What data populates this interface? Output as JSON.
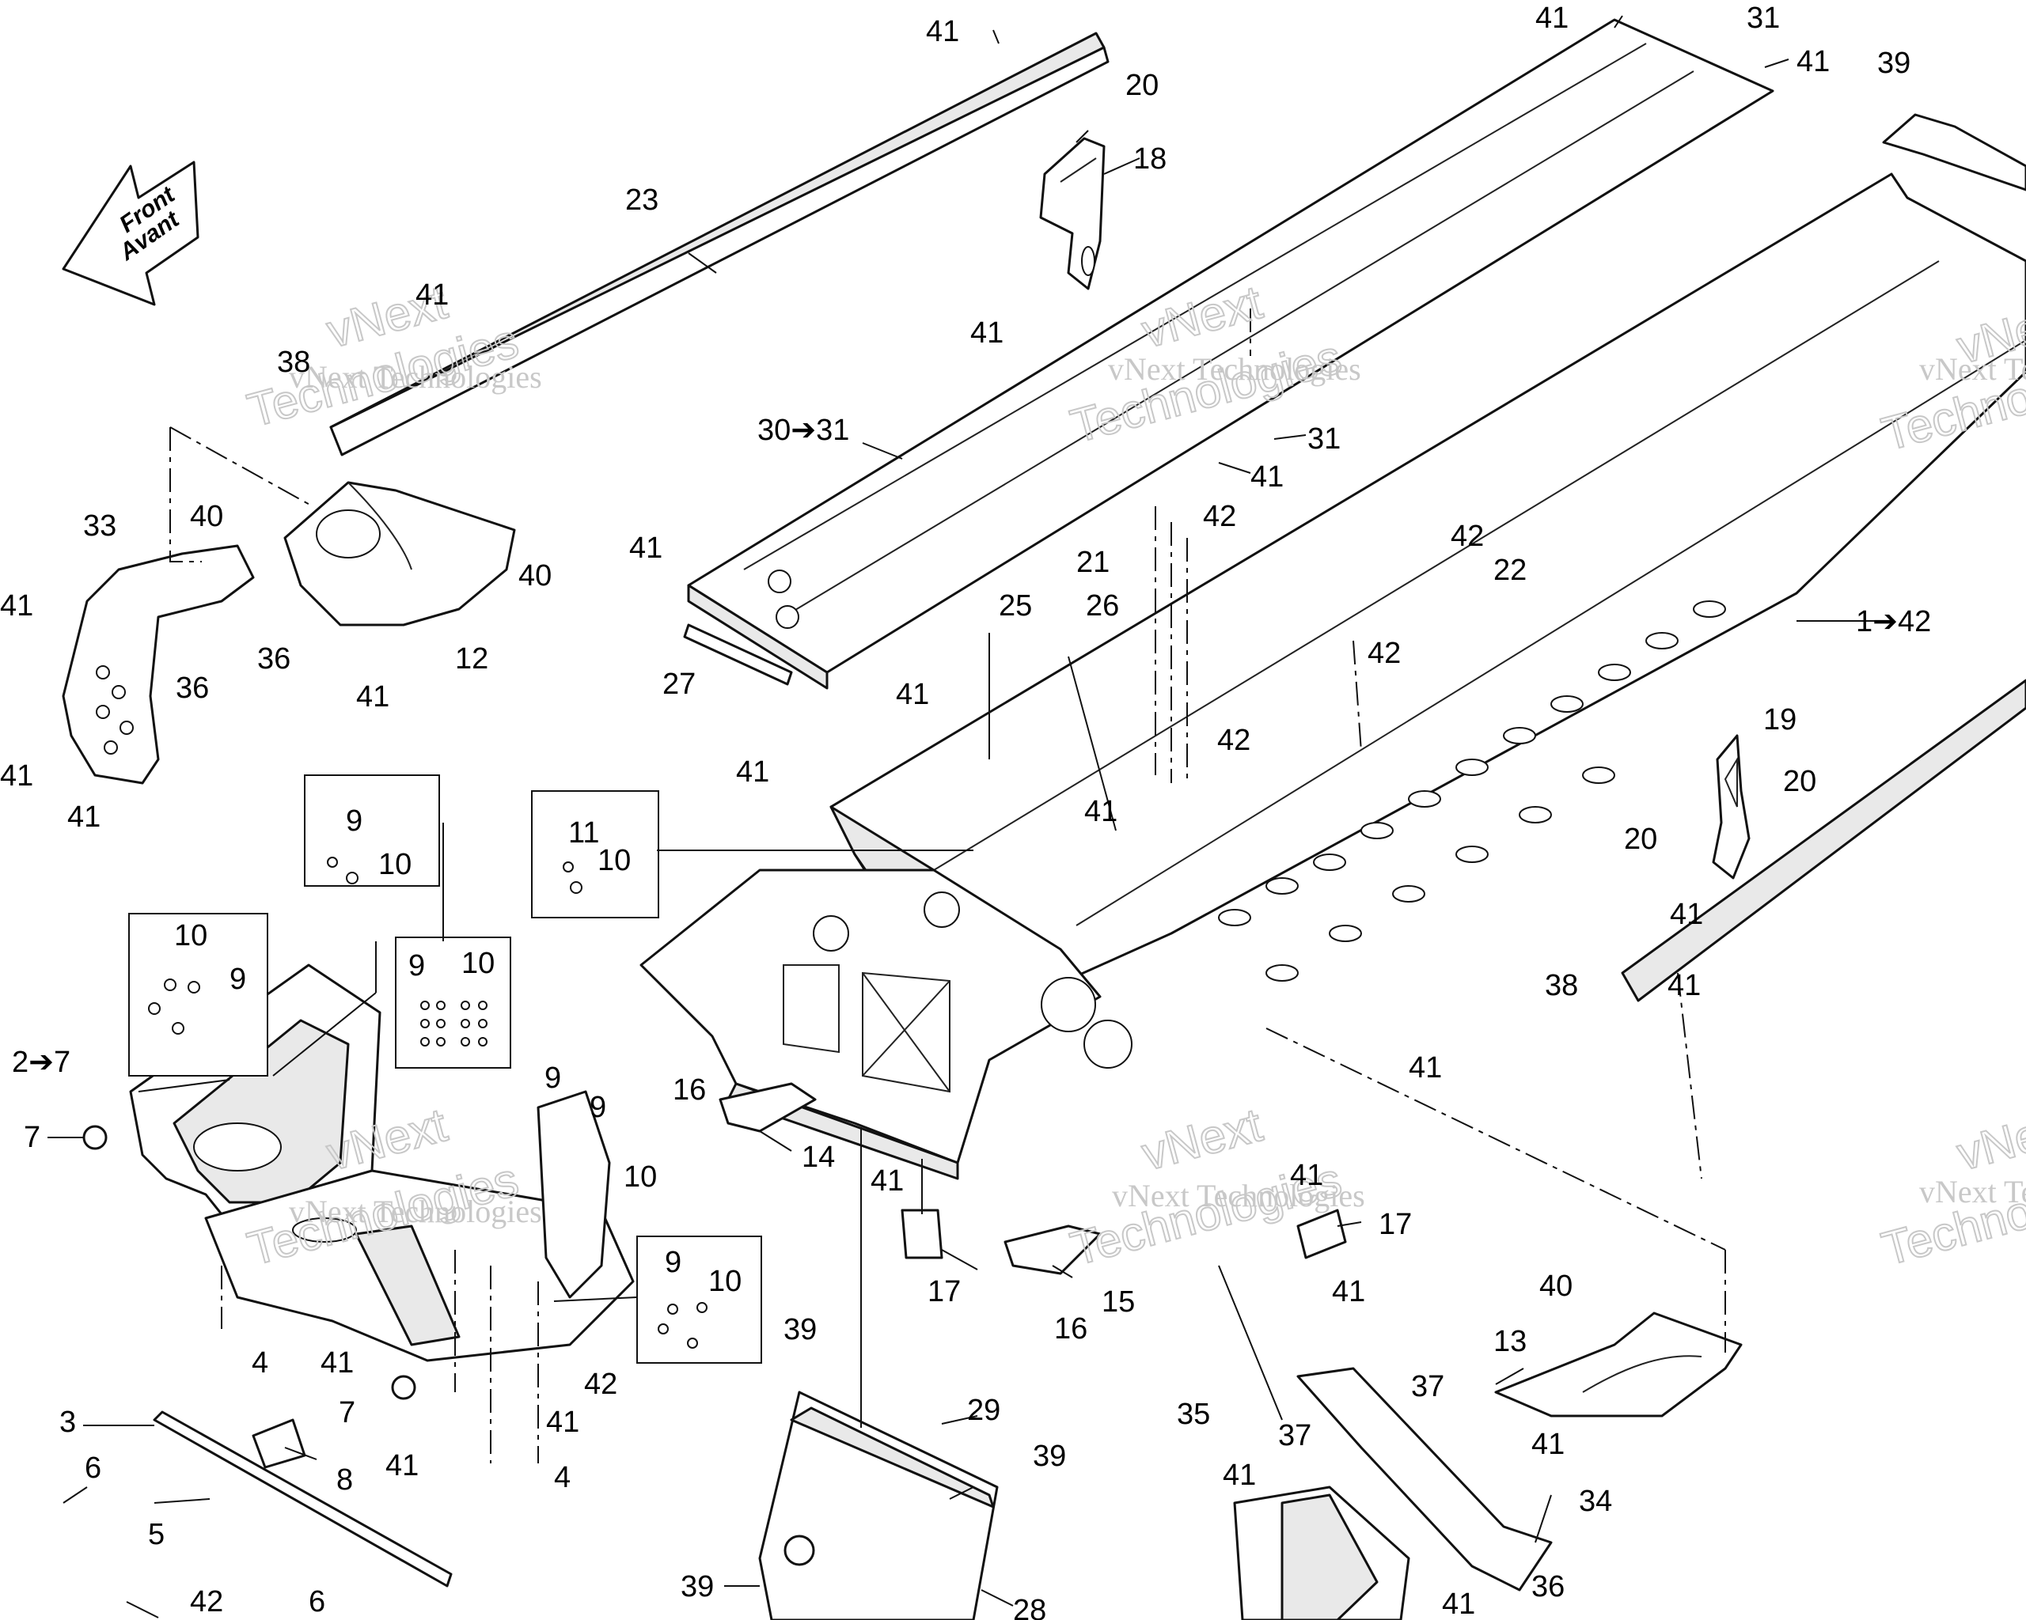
{
  "front_arrow": {
    "line1": "Front",
    "line2": "Avant"
  },
  "watermark": {
    "line1": "vNext",
    "line2": "vNext Technologies",
    "line3": "Technologies"
  },
  "callouts": [
    {
      "id": "c-41-a",
      "text": "41"
    },
    {
      "id": "c-23",
      "text": "23"
    },
    {
      "id": "c-20-a",
      "text": "20"
    },
    {
      "id": "c-18",
      "text": "18"
    },
    {
      "id": "c-41-b",
      "text": "41"
    },
    {
      "id": "c-31-a",
      "text": "31"
    },
    {
      "id": "c-41-c",
      "text": "41"
    },
    {
      "id": "c-39-a",
      "text": "39"
    },
    {
      "id": "c-41-d",
      "text": "41"
    },
    {
      "id": "c-38-a",
      "text": "38"
    },
    {
      "id": "c-41-e",
      "text": "41"
    },
    {
      "id": "c-30-31",
      "text": "30➔31"
    },
    {
      "id": "c-31-b",
      "text": "31"
    },
    {
      "id": "c-41-f",
      "text": "41"
    },
    {
      "id": "c-33",
      "text": "33"
    },
    {
      "id": "c-40-a",
      "text": "40"
    },
    {
      "id": "c-40-b",
      "text": "40"
    },
    {
      "id": "c-41-g",
      "text": "41"
    },
    {
      "id": "c-36-a",
      "text": "36"
    },
    {
      "id": "c-12",
      "text": "12"
    },
    {
      "id": "c-36-b",
      "text": "36"
    },
    {
      "id": "c-41-h",
      "text": "41"
    },
    {
      "id": "c-41-i",
      "text": "41"
    },
    {
      "id": "c-41-j",
      "text": "41"
    },
    {
      "id": "c-41-k",
      "text": "41"
    },
    {
      "id": "c-42-a",
      "text": "42"
    },
    {
      "id": "c-21",
      "text": "21"
    },
    {
      "id": "c-42-b",
      "text": "42"
    },
    {
      "id": "c-22",
      "text": "22"
    },
    {
      "id": "c-41-l",
      "text": "41"
    },
    {
      "id": "c-25",
      "text": "25"
    },
    {
      "id": "c-26",
      "text": "26"
    },
    {
      "id": "c-1-42",
      "text": "1➔42"
    },
    {
      "id": "c-42-c",
      "text": "42"
    },
    {
      "id": "c-27",
      "text": "27"
    },
    {
      "id": "c-41-m",
      "text": "41"
    },
    {
      "id": "c-42-d",
      "text": "42"
    },
    {
      "id": "c-41-n",
      "text": "41"
    },
    {
      "id": "c-19",
      "text": "19"
    },
    {
      "id": "c-20-b",
      "text": "20"
    },
    {
      "id": "c-41-o",
      "text": "41"
    },
    {
      "id": "c-20-c",
      "text": "20"
    },
    {
      "id": "c-9-a",
      "text": "9"
    },
    {
      "id": "c-10-a",
      "text": "10"
    },
    {
      "id": "c-11",
      "text": "11"
    },
    {
      "id": "c-10-b",
      "text": "10"
    },
    {
      "id": "c-10-c",
      "text": "10"
    },
    {
      "id": "c-9-b",
      "text": "9"
    },
    {
      "id": "c-9-c",
      "text": "9"
    },
    {
      "id": "c-10-d",
      "text": "10"
    },
    {
      "id": "c-41-p",
      "text": "41"
    },
    {
      "id": "c-38-b",
      "text": "38"
    },
    {
      "id": "c-2-7",
      "text": "2➔7"
    },
    {
      "id": "c-41-q",
      "text": "41"
    },
    {
      "id": "c-16-a",
      "text": "16"
    },
    {
      "id": "c-7-a",
      "text": "7"
    },
    {
      "id": "c-9-d",
      "text": "9"
    },
    {
      "id": "c-9-e",
      "text": "9"
    },
    {
      "id": "c-14",
      "text": "14"
    },
    {
      "id": "c-10-e",
      "text": "10"
    },
    {
      "id": "c-41-r",
      "text": "41"
    },
    {
      "id": "c-41-s",
      "text": "41"
    },
    {
      "id": "c-17-a",
      "text": "17"
    },
    {
      "id": "c-17-b",
      "text": "17"
    },
    {
      "id": "c-9-f",
      "text": "9"
    },
    {
      "id": "c-10-f",
      "text": "10"
    },
    {
      "id": "c-15",
      "text": "15"
    },
    {
      "id": "c-41-t",
      "text": "41"
    },
    {
      "id": "c-16-b",
      "text": "16"
    },
    {
      "id": "c-4-a",
      "text": "4"
    },
    {
      "id": "c-41-u",
      "text": "41"
    },
    {
      "id": "c-40-c",
      "text": "40"
    },
    {
      "id": "c-13",
      "text": "13"
    },
    {
      "id": "c-39-b",
      "text": "39"
    },
    {
      "id": "c-42-e",
      "text": "42"
    },
    {
      "id": "c-7-b",
      "text": "7"
    },
    {
      "id": "c-3",
      "text": "3"
    },
    {
      "id": "c-8",
      "text": "8"
    },
    {
      "id": "c-41-v",
      "text": "41"
    },
    {
      "id": "c-41-w",
      "text": "41"
    },
    {
      "id": "c-29",
      "text": "29"
    },
    {
      "id": "c-35",
      "text": "35"
    },
    {
      "id": "c-37-a",
      "text": "37"
    },
    {
      "id": "c-41-x",
      "text": "41"
    },
    {
      "id": "c-6-a",
      "text": "6"
    },
    {
      "id": "c-4-b",
      "text": "4"
    },
    {
      "id": "c-39-c",
      "text": "39"
    },
    {
      "id": "c-37-b",
      "text": "37"
    },
    {
      "id": "c-5",
      "text": "5"
    },
    {
      "id": "c-41-y",
      "text": "41"
    },
    {
      "id": "c-34",
      "text": "34"
    },
    {
      "id": "c-42-f",
      "text": "42"
    },
    {
      "id": "c-6-b",
      "text": "6"
    },
    {
      "id": "c-39-d",
      "text": "39"
    },
    {
      "id": "c-28",
      "text": "28"
    },
    {
      "id": "c-36-c",
      "text": "36"
    },
    {
      "id": "c-41-z",
      "text": "41"
    }
  ]
}
